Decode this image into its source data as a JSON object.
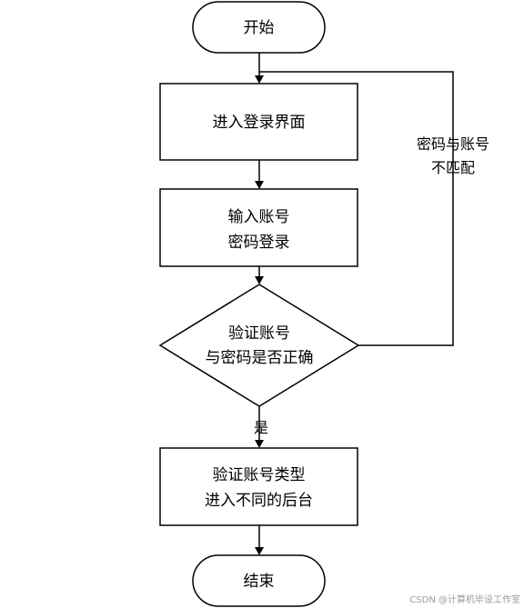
{
  "diagram": {
    "nodes": {
      "start": {
        "text": "开始"
      },
      "login_screen": {
        "text": "进入登录界面"
      },
      "input_credentials": {
        "line1": "输入账号",
        "line2": "密码登录"
      },
      "verify": {
        "line1": "验证账号",
        "line2": "与密码是否正确"
      },
      "route_backend": {
        "line1": "验证账号类型",
        "line2": "进入不同的后台"
      },
      "end": {
        "text": "结束"
      }
    },
    "edges": {
      "mismatch_label": {
        "line1": "密码与账号",
        "line2": "不匹配"
      },
      "yes_label": "是"
    }
  },
  "watermark": "CSDN @计算机毕设工作室"
}
